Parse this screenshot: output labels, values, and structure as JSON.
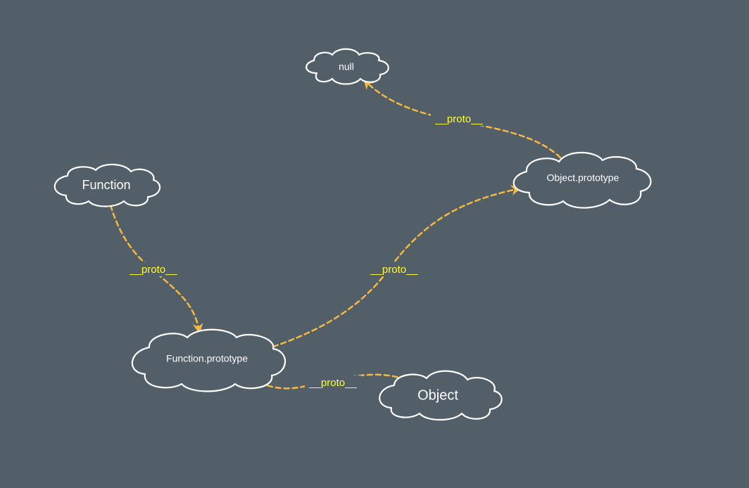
{
  "colors": {
    "background": "#525e68",
    "node_stroke": "#ffffff",
    "node_text": "#ffffff",
    "edge": "#f5b942",
    "edge_label": "#ffff33"
  },
  "nodes": {
    "null": {
      "label": "null"
    },
    "object_prototype": {
      "label": "Object.prototype"
    },
    "function": {
      "label": "Function"
    },
    "function_prototype": {
      "label": "Function.prototype"
    },
    "object": {
      "label": "Object"
    }
  },
  "edges": [
    {
      "from": "object_prototype",
      "to": "null",
      "label": "__proto__"
    },
    {
      "from": "function",
      "to": "function_prototype",
      "label": "__proto__"
    },
    {
      "from": "function_prototype",
      "to": "object_prototype",
      "label": "__proto__"
    },
    {
      "from": "object",
      "to": "function_prototype",
      "label": "__proto__"
    }
  ]
}
